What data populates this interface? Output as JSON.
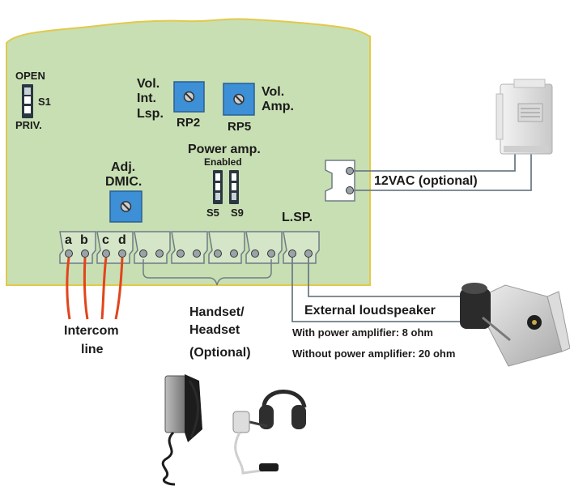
{
  "labels": {
    "s1_open": "OPEN",
    "s1_name": "S1",
    "s1_priv": "PRIV.",
    "vol_int_1": "Vol.",
    "vol_int_2": "Int.",
    "vol_int_3": "Lsp.",
    "rp2": "RP2",
    "vol_amp_1": "Vol.",
    "vol_amp_2": "Amp.",
    "rp5": "RP5",
    "power_amp": "Power amp.",
    "enabled": "Enabled",
    "s5": "S5",
    "s9": "S9",
    "adj_1": "Adj.",
    "adj_2": "DMIC.",
    "lsp": "L.SP.",
    "term_a": "a",
    "term_b": "b",
    "term_c": "c",
    "term_d": "d",
    "vac": "12VAC (optional)",
    "intercom_1": "Intercom",
    "intercom_2": "line",
    "handset_1": "Handset/",
    "handset_2": "Headset",
    "handset_3": "(Optional)",
    "ext_lsp": "External loudspeaker",
    "with_amp": "With power amplifier: 8 ohm",
    "without_amp": "Without power amplifier: 20 ohm"
  },
  "colors": {
    "board": "#c8dfb3",
    "board_edge": "#e2c94a",
    "pot": "#3d8fd6",
    "wire_intercom": "#e3441b",
    "wire_gray": "#6e7d86",
    "connector": "#d5e5c7"
  },
  "icons": {
    "transformer": "power-supply-transformer-icon",
    "horn": "horn-loudspeaker-icon",
    "handset": "handset-icon",
    "headset": "headset-icon"
  }
}
